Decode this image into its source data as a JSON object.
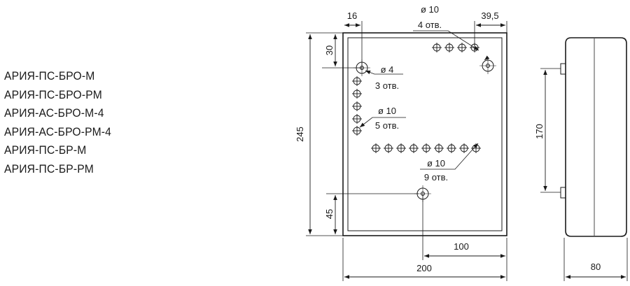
{
  "models": [
    "АРИЯ-ПС-БРО-М",
    "АРИЯ-ПС-БРО-РМ",
    "АРИЯ-АС-БРО-М-4",
    "АРИЯ-АС-БРО-РМ-4",
    "АРИЯ-ПС-БР-М",
    "АРИЯ-ПС-БР-РМ"
  ],
  "front_view": {
    "dim_width": "200",
    "dim_height": "245",
    "dim_hole_offset_x": "16",
    "dim_hole_offset_y": "30",
    "dim_bottom_offset": "45",
    "dim_bottom_hole": "100",
    "dim_right_offset": "39,5",
    "callout_top_diameter": "ø 10",
    "callout_top_count": "4 отв.",
    "callout_mount_diameter": "ø 4",
    "callout_mount_count": "3 отв.",
    "callout_left_diameter": "ø 10",
    "callout_left_count": "5 отв.",
    "callout_bottom_diameter": "ø 10",
    "callout_bottom_count": "9 отв."
  },
  "side_view": {
    "dim_height": "170",
    "dim_depth": "80"
  },
  "colors": {
    "line": "#1a1a1a",
    "background": "#ffffff"
  }
}
